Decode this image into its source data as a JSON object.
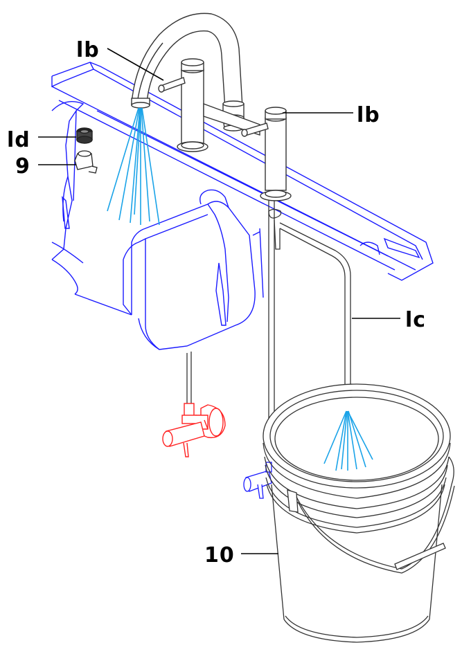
{
  "labels": {
    "faucet_handle_left": "lb",
    "faucet_handle_right": "lb",
    "hose_tube": "lc",
    "aerator_part": "ld",
    "adapter_part": "9",
    "bucket": "10"
  },
  "colors": {
    "sink_outline": "#1a1aff",
    "water_spray": "#1aa3e8",
    "valve_outline": "#ff2020",
    "line_art": "#333333",
    "label_text": "#000000"
  }
}
